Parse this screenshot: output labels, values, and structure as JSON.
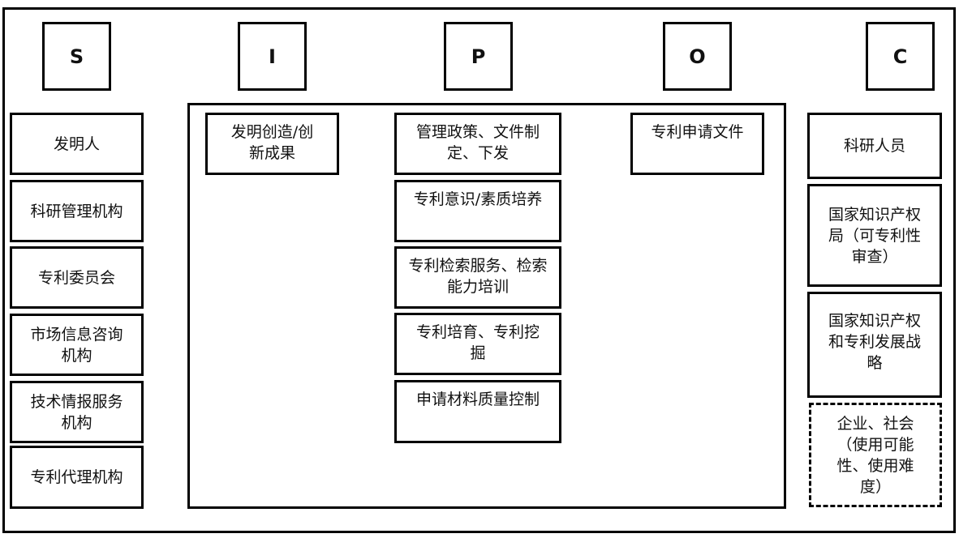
{
  "headers": {
    "s": "S",
    "i": "I",
    "p": "P",
    "o": "O",
    "c": "C"
  },
  "supplier": [
    "发明人",
    "科研管理机构",
    "专利委员会",
    "市场信息咨询机构",
    "技术情报服务机构",
    "专利代理机构"
  ],
  "input": [
    "发明创造/创新成果"
  ],
  "process": [
    "管理政策、文件制定、下发",
    "专利意识/素质培养",
    "专利检索服务、检索能力培训",
    "专利培育、专利挖掘",
    "申请材料质量控制"
  ],
  "output": [
    "专利申请文件"
  ],
  "customer": [
    "科研人员",
    "国家知识产权局（可专利性审查）",
    "国家知识产权和专利发展战略",
    "企业、社会（使用可能性、使用难度）"
  ]
}
